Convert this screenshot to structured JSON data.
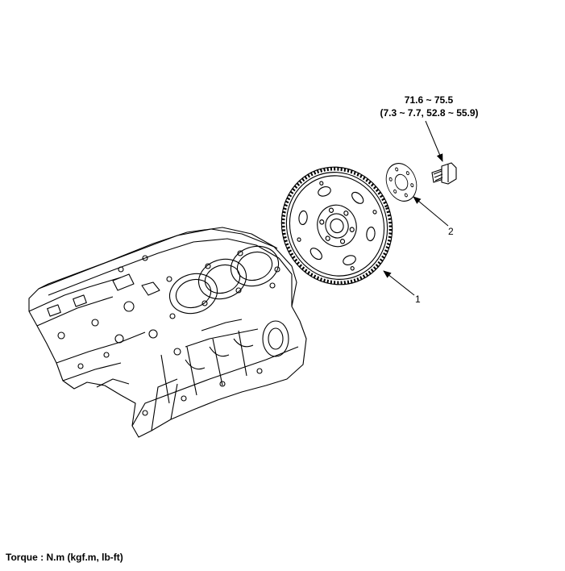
{
  "torque_spec": {
    "line1": "71.6 ~ 75.5",
    "line2": "(7.3 ~ 7.7, 52.8 ~ 55.9)"
  },
  "callouts": {
    "flywheel": "1",
    "adapter_plate": "2"
  },
  "footer": {
    "torque_units": "Torque : N.m (kgf.m, lb-ft)"
  }
}
